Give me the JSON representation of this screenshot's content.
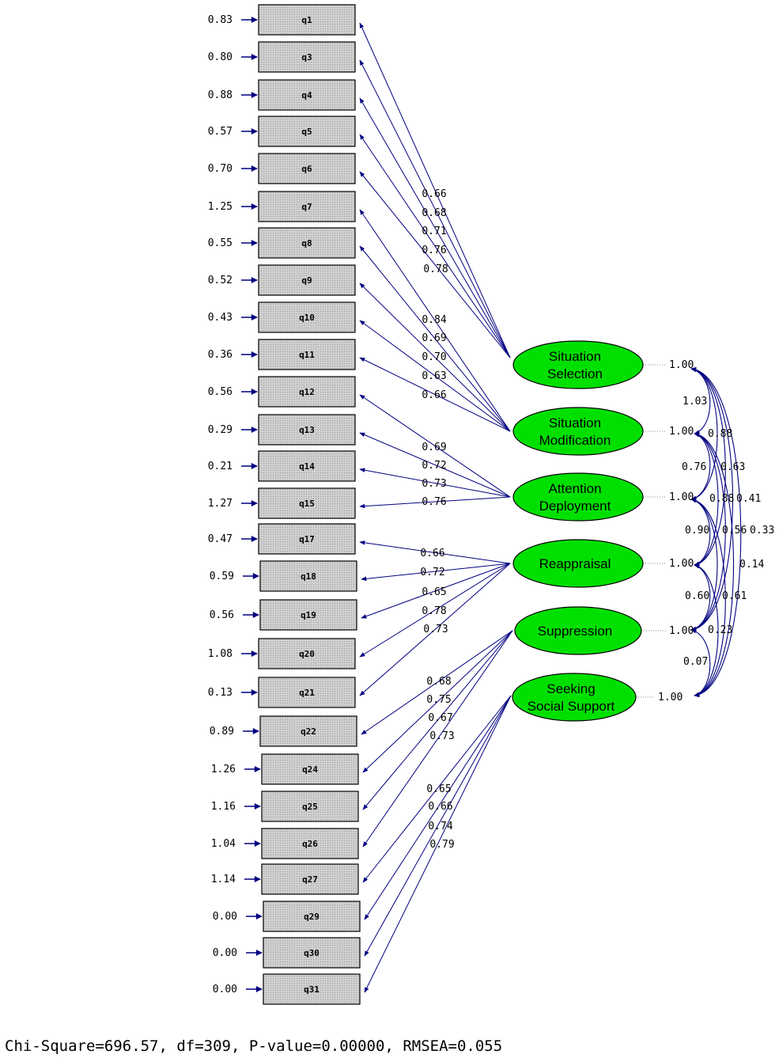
{
  "items": [
    {
      "name": "q1",
      "error": "0.83"
    },
    {
      "name": "q3",
      "error": "0.80"
    },
    {
      "name": "q4",
      "error": "0.88"
    },
    {
      "name": "q5",
      "error": "0.57"
    },
    {
      "name": "q6",
      "error": "0.70"
    },
    {
      "name": "q7",
      "error": "1.25"
    },
    {
      "name": "q8",
      "error": "0.55"
    },
    {
      "name": "q9",
      "error": "0.52"
    },
    {
      "name": "q10",
      "error": "0.43"
    },
    {
      "name": "q11",
      "error": "0.36"
    },
    {
      "name": "q12",
      "error": "0.56"
    },
    {
      "name": "q13",
      "error": "0.29"
    },
    {
      "name": "q14",
      "error": "0.21"
    },
    {
      "name": "q15",
      "error": "1.27"
    },
    {
      "name": "q17",
      "error": "0.47"
    },
    {
      "name": "q18",
      "error": "0.59"
    },
    {
      "name": "q19",
      "error": "0.56"
    },
    {
      "name": "q20",
      "error": "1.08"
    },
    {
      "name": "q21",
      "error": "0.13"
    },
    {
      "name": "q22",
      "error": "0.89"
    },
    {
      "name": "q24",
      "error": "1.26"
    },
    {
      "name": "q25",
      "error": "1.16"
    },
    {
      "name": "q26",
      "error": "1.04"
    },
    {
      "name": "q27",
      "error": "1.14"
    },
    {
      "name": "q29",
      "error": "0.00"
    },
    {
      "name": "q30",
      "error": "0.00"
    },
    {
      "name": "q31",
      "error": "0.00"
    }
  ],
  "factors": [
    {
      "lines": [
        "Situation",
        "Selection"
      ],
      "variance": "1.00",
      "loadings": [
        {
          "item": "q1",
          "value": "0.66"
        },
        {
          "item": "q3",
          "value": "0.68"
        },
        {
          "item": "q4",
          "value": "0.71"
        },
        {
          "item": "q5",
          "value": "0.76"
        },
        {
          "item": "q6",
          "value": "0.78"
        }
      ]
    },
    {
      "lines": [
        "Situation",
        "Modification"
      ],
      "variance": "1.00",
      "loadings": [
        {
          "item": "q7",
          "value": "0.84"
        },
        {
          "item": "q8",
          "value": "0.69"
        },
        {
          "item": "q9",
          "value": "0.70"
        },
        {
          "item": "q10",
          "value": "0.63"
        },
        {
          "item": "q11",
          "value": "0.66"
        }
      ]
    },
    {
      "lines": [
        "Attention",
        "Deployment"
      ],
      "variance": "1.00",
      "loadings": [
        {
          "item": "q12",
          "value": "0.69"
        },
        {
          "item": "q13",
          "value": "0.72"
        },
        {
          "item": "q14",
          "value": "0.73"
        },
        {
          "item": "q15",
          "value": "0.76"
        }
      ]
    },
    {
      "lines": [
        "Reappraisal"
      ],
      "variance": "1.00",
      "loadings": [
        {
          "item": "q17",
          "value": "0.66"
        },
        {
          "item": "q18",
          "value": "0.72"
        },
        {
          "item": "q19",
          "value": "0.65"
        },
        {
          "item": "q20",
          "value": "0.78"
        },
        {
          "item": "q21",
          "value": "0.73"
        }
      ]
    },
    {
      "lines": [
        "Suppression"
      ],
      "variance": "1.00",
      "loadings": [
        {
          "item": "q22",
          "value": "0.68"
        },
        {
          "item": "q24",
          "value": "0.75"
        },
        {
          "item": "q25",
          "value": "0.67"
        },
        {
          "item": "q26",
          "value": "0.73"
        }
      ]
    },
    {
      "lines": [
        "Seeking",
        "Social Support"
      ],
      "variance": "1.00",
      "loadings": [
        {
          "item": "q27",
          "value": "0.65"
        },
        {
          "item": "q29",
          "value": "0.66"
        },
        {
          "item": "q30",
          "value": "0.74"
        },
        {
          "item": "q31",
          "value": "0.79"
        }
      ]
    }
  ],
  "correlations": [
    "1.03",
    "0.88",
    "0.76",
    "0.63",
    "0.88",
    "0.41",
    "0.90",
    "0.56",
    "0.33",
    "0.14",
    "0.60",
    "0.61",
    "0.23",
    "0.07"
  ],
  "fit_statistics": "Chi-Square=696.57, df=309, P-value=0.00000, RMSEA=0.055",
  "colors": {
    "arrow": "#000080",
    "factor_fill": "#00e000",
    "box_fill": "#c8c8c8"
  }
}
